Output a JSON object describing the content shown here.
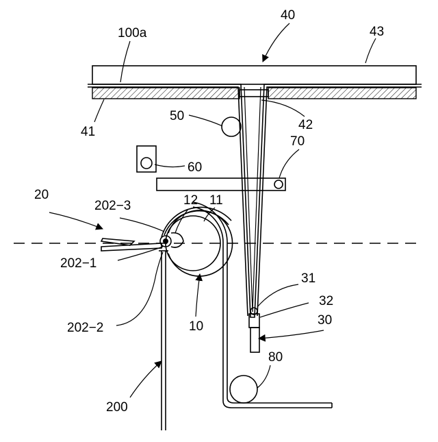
{
  "labels": {
    "l40": "40",
    "l43": "43",
    "l100a": "100a",
    "l41": "41",
    "l42": "42",
    "l50": "50",
    "l60": "60",
    "l70": "70",
    "l20": "20",
    "l202_3": "202−3",
    "l12": "12",
    "l11": "11",
    "l202_1": "202−1",
    "l202_2": "202−2",
    "l10": "10",
    "l31": "31",
    "l32": "32",
    "l30": "30",
    "l80": "80",
    "l200": "200"
  }
}
